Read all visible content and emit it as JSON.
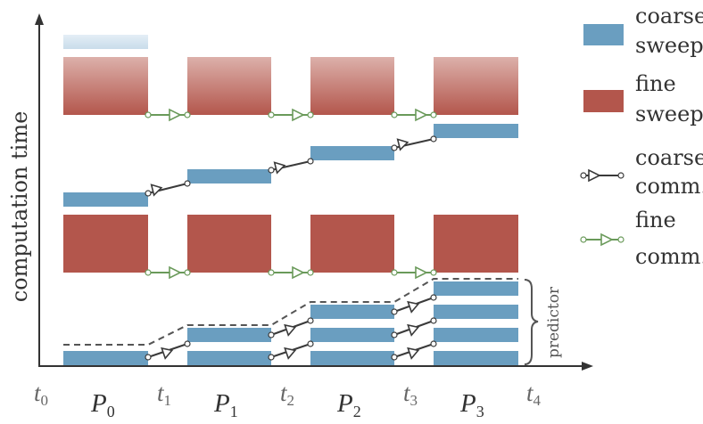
{
  "colors": {
    "coarse": "#6a9ec0",
    "fine": "#b3564c",
    "fine_fade_top": "#dcb0aa",
    "coarse_fade_top": "#e4eef6",
    "coarse_comm": "#3a3a3a",
    "fine_comm": "#6a9a5a",
    "axis": "#333333",
    "predictor_line": "#555555",
    "label": "#333333",
    "tick_label": "#666666"
  },
  "axis": {
    "ylabel": "computation time",
    "time_ticks": [
      {
        "base": "t",
        "sub": "0"
      },
      {
        "base": "t",
        "sub": "1"
      },
      {
        "base": "t",
        "sub": "2"
      },
      {
        "base": "t",
        "sub": "3"
      },
      {
        "base": "t",
        "sub": "4"
      }
    ],
    "processors": [
      {
        "base": "P",
        "sub": "0"
      },
      {
        "base": "P",
        "sub": "1"
      },
      {
        "base": "P",
        "sub": "2"
      },
      {
        "base": "P",
        "sub": "3"
      }
    ]
  },
  "predictor_label": "predictor",
  "legend": [
    {
      "key": "coarse",
      "line1": "coarse",
      "line2": "sweep"
    },
    {
      "key": "fine",
      "line1": "fine",
      "line2": "sweep"
    },
    {
      "key": "coarse_comm",
      "line1": "coarse",
      "line2": "comm."
    },
    {
      "key": "fine_comm",
      "line1": "fine",
      "line2": "comm."
    }
  ]
}
